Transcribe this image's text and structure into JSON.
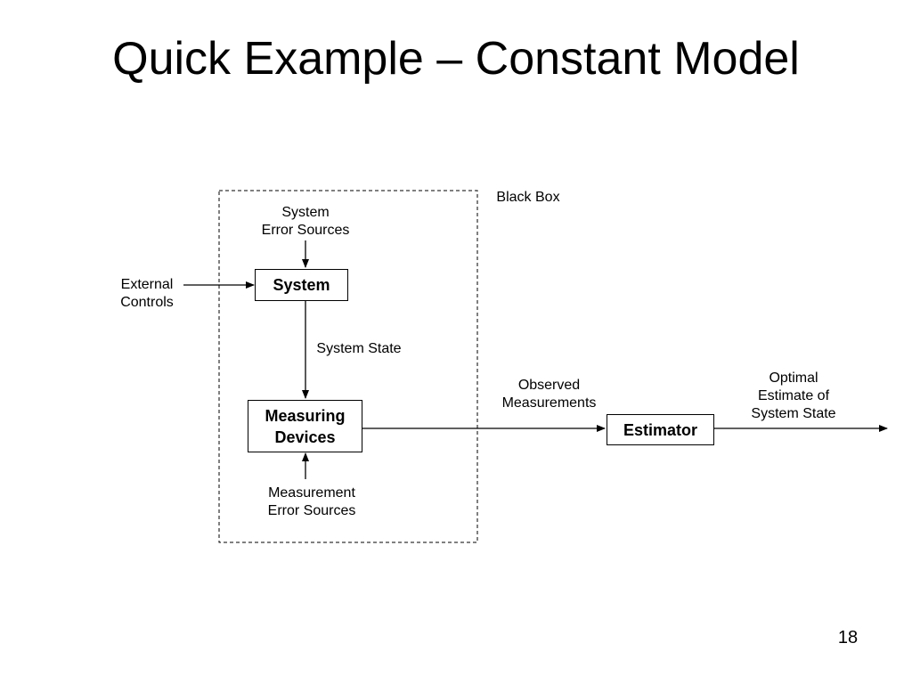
{
  "slide": {
    "title": "Quick Example – Constant Model",
    "page_number": "18"
  },
  "diagram": {
    "black_box_label": "Black Box",
    "system_error_sources": [
      "System",
      "Error Sources"
    ],
    "external_controls": [
      "External",
      "Controls"
    ],
    "system_box": "System",
    "system_state": "System State",
    "measuring_devices_box": [
      "Measuring",
      "Devices"
    ],
    "measurement_error_sources": [
      "Measurement",
      "Error Sources"
    ],
    "observed_measurements": [
      "Observed",
      "Measurements"
    ],
    "estimator_box": "Estimator",
    "optimal_estimate": [
      "Optimal",
      "Estimate of",
      "System State"
    ]
  }
}
